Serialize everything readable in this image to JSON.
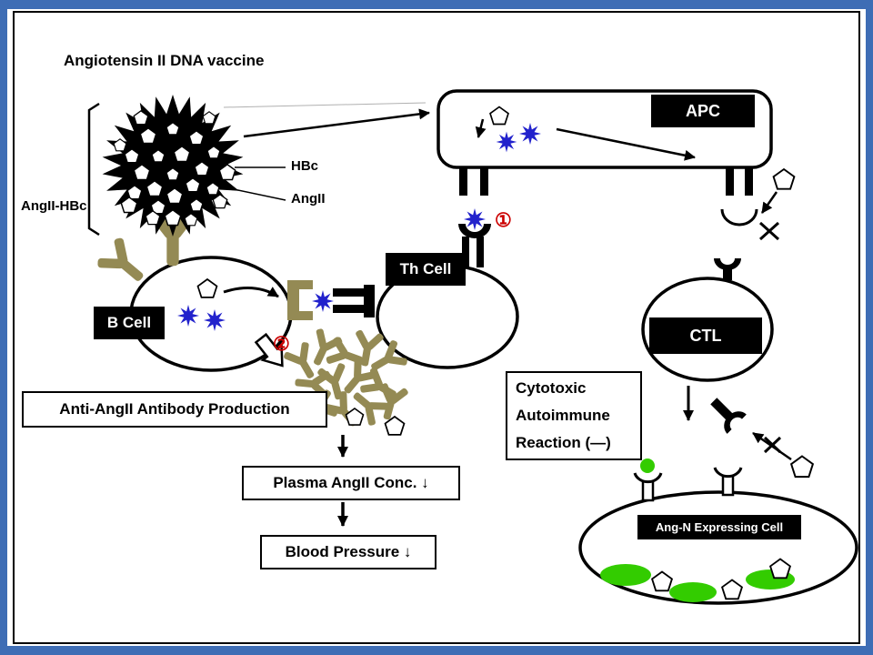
{
  "title": "Angiotensin II DNA vaccine",
  "labels": {
    "angii_hbc": "AngII-HBc",
    "hbc": "HBc",
    "angii": "AngII",
    "b_cell": "B Cell",
    "th_cell": "Th Cell",
    "apc": "APC",
    "ctl": "CTL",
    "ang_n_cell": "Ang-N Expressing Cell"
  },
  "boxes": {
    "antibody_production": "Anti-AngII Antibody Production",
    "plasma": "Plasma AngII Conc. ↓",
    "blood_pressure": "Blood Pressure ↓",
    "cytotoxic_line1": "Cytotoxic",
    "cytotoxic_line2": "Autoimmune",
    "cytotoxic_line3": "Reaction (—)"
  },
  "markers": {
    "step1": "①",
    "step2": "②"
  },
  "colors": {
    "olive": "#948A54",
    "star_blue": "#2222CC",
    "green": "#33CC00",
    "red": "#CC0000",
    "frame_blue": "#3E6DB5"
  }
}
